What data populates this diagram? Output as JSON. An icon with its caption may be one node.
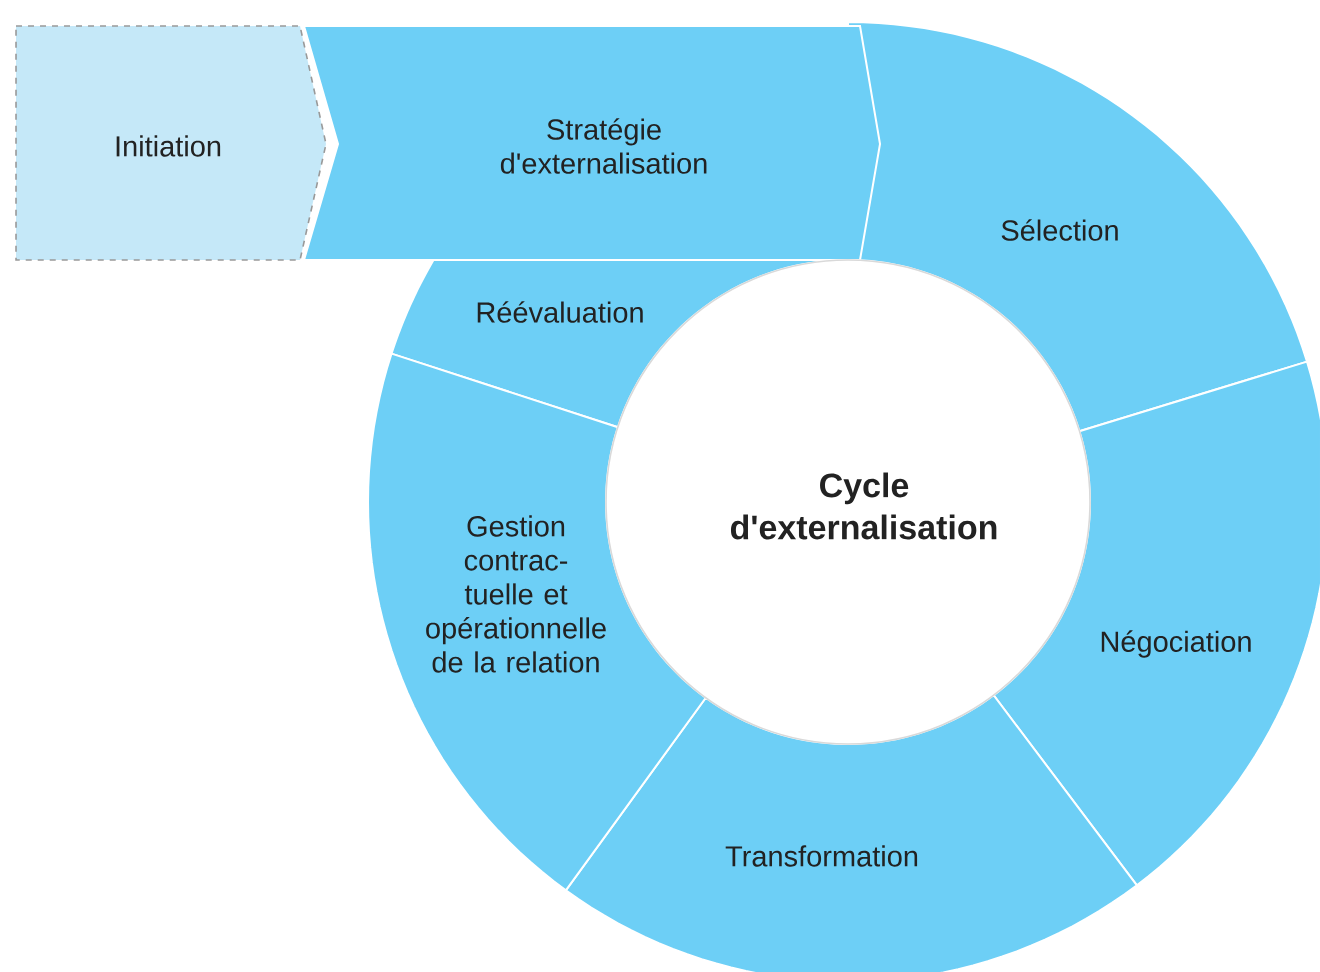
{
  "diagram": {
    "nodes": [
      {
        "text": [
          "Initiation"
        ]
      },
      {
        "text": [
          "Stratégie d'externalisation"
        ]
      },
      {
        "text": [
          "Sélection"
        ]
      },
      {
        "text": [
          "Négociation"
        ]
      },
      {
        "text": [
          "Transformation"
        ]
      },
      {
        "text": [
          "Gestion contrac- tuelle et opérationnelle de la relation"
        ]
      },
      {
        "text": [
          "Réévaluation"
        ]
      },
      {
        "text": [
          "Cycle d'externalisation"
        ]
      }
    ]
  }
}
